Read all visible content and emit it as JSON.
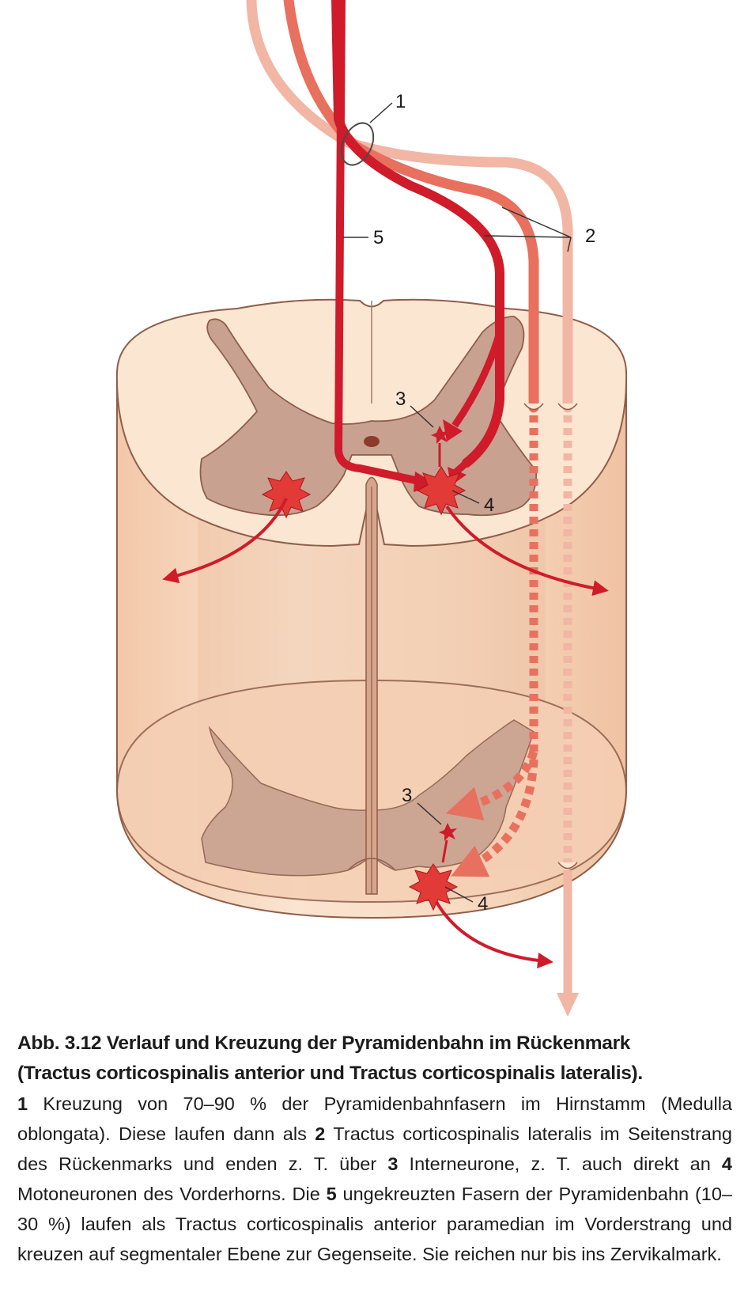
{
  "colors": {
    "tract_dark": "#cf1b2a",
    "tract_medium": "#e8705f",
    "tract_light": "#f1b6a4",
    "white_matter": "#fbe6d2",
    "grey_matter": "#c9a190",
    "cylinder_side": "#f6d2b8",
    "outline": "#8e5e4a"
  },
  "labels": {
    "decussation": "1",
    "lateral_tract": "2",
    "interneuron_upper": "3",
    "motoneuron_upper": "4",
    "anterior_tract": "5",
    "interneuron_lower": "3",
    "motoneuron_lower": "4"
  },
  "caption": {
    "title_line1": "Abb. 3.12  Verlauf und Kreuzung der Pyramidenbahn im Rückenmark",
    "title_line2": "(Tractus corticospinalis anterior und Tractus corticospinalis lateralis).",
    "n1": "1",
    "t1": " Kreuzung von 70–90 % der Pyramidenbahnfasern im Hirnstamm (Medulla oblongata). Diese laufen dann als ",
    "n2": "2",
    "t2": " Tractus corticospinalis lateralis im Seitenstrang des Rückenmarks und enden z. T. über ",
    "n3": "3",
    "t3": " Interneurone, z. T. auch direkt an ",
    "n4": "4",
    "t4": " Motoneuronen des Vorderhorns. Die ",
    "n5": "5",
    "t5": " ungekreuzten Fasern der Pyramidenbahn (10–30 %) laufen als Tractus corticospinalis anterior paramedian im Vorderstrang und kreuzen auf segmentaler Ebene zur Gegenseite. Sie reichen nur bis ins Zervikalmark."
  }
}
